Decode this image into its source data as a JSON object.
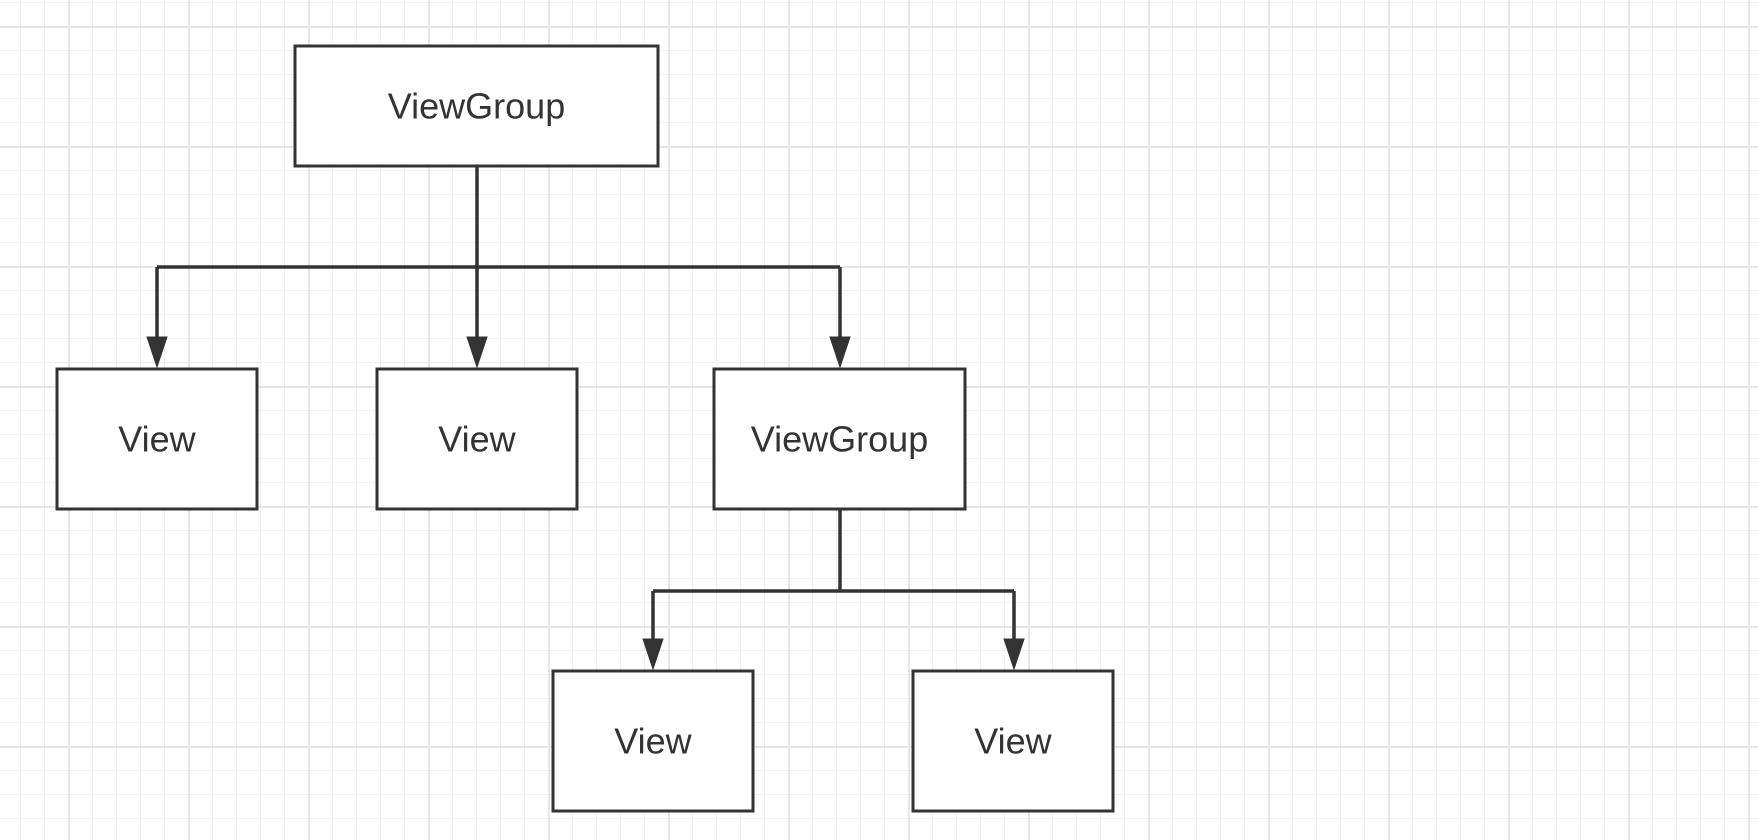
{
  "diagram": {
    "type": "tree",
    "grid": true,
    "colors": {
      "stroke": "#333333",
      "box_fill": "#ffffff",
      "text": "#333333",
      "grid_major": "#e6e6e6",
      "grid_minor": "#f1f1f1"
    },
    "nodes": [
      {
        "id": "root",
        "label": "ViewGroup"
      },
      {
        "id": "view_1",
        "label": "View"
      },
      {
        "id": "view_2",
        "label": "View"
      },
      {
        "id": "group_child",
        "label": "ViewGroup"
      },
      {
        "id": "view_3",
        "label": "View"
      },
      {
        "id": "view_4",
        "label": "View"
      }
    ],
    "edges": [
      {
        "from": "root",
        "to": "view_1"
      },
      {
        "from": "root",
        "to": "view_2"
      },
      {
        "from": "root",
        "to": "group_child"
      },
      {
        "from": "group_child",
        "to": "view_3"
      },
      {
        "from": "group_child",
        "to": "view_4"
      }
    ]
  }
}
